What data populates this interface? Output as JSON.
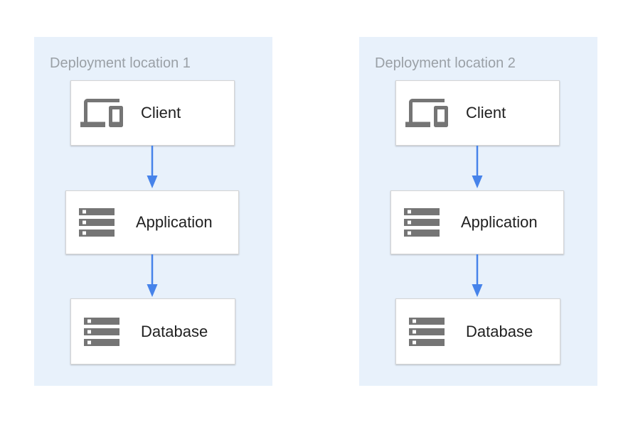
{
  "diagram": {
    "zones": [
      {
        "title": "Deployment location 1",
        "nodes": [
          {
            "label": "Client",
            "icon": "devices-icon"
          },
          {
            "label": "Application",
            "icon": "storage-icon"
          },
          {
            "label": "Database",
            "icon": "storage-icon"
          }
        ],
        "arrows": [
          {
            "from": "Client",
            "to": "Application"
          },
          {
            "from": "Application",
            "to": "Database"
          }
        ]
      },
      {
        "title": "Deployment location 2",
        "nodes": [
          {
            "label": "Client",
            "icon": "devices-icon"
          },
          {
            "label": "Application",
            "icon": "storage-icon"
          },
          {
            "label": "Database",
            "icon": "storage-icon"
          }
        ],
        "arrows": [
          {
            "from": "Client",
            "to": "Application"
          },
          {
            "from": "Application",
            "to": "Database"
          }
        ]
      }
    ],
    "colors": {
      "page_bg": "#ffffff",
      "zone_bg": "#e8f1fb",
      "zone_title": "#9aa0a6",
      "node_bg": "#ffffff",
      "node_border": "#d5d5d5",
      "node_label": "#212121",
      "icon": "#757575",
      "arrow": "#4683ea"
    }
  }
}
